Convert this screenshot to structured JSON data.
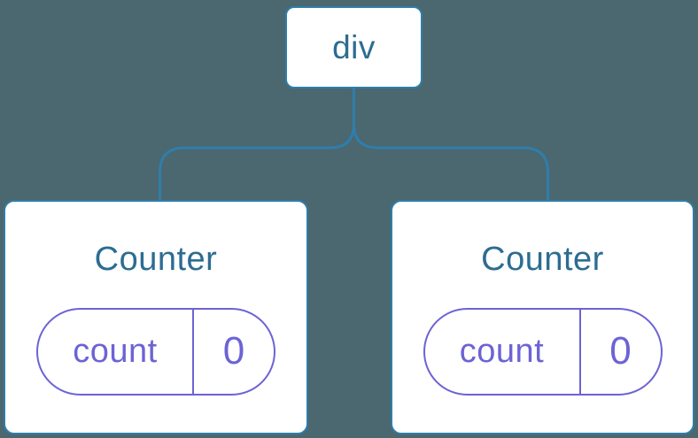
{
  "diagram": {
    "type": "component-tree",
    "root": {
      "label": "div"
    },
    "children": [
      {
        "label": "Counter",
        "state": {
          "key": "count",
          "value": "0"
        }
      },
      {
        "label": "Counter",
        "state": {
          "key": "count",
          "value": "0"
        }
      }
    ],
    "colors": {
      "background": "#4B6770",
      "node_border": "#2F7EAA",
      "connector": "#2F7EAA",
      "node_label": "#2D6C92",
      "state": "#6C63D5",
      "node_fill": "#FFFFFF"
    }
  }
}
